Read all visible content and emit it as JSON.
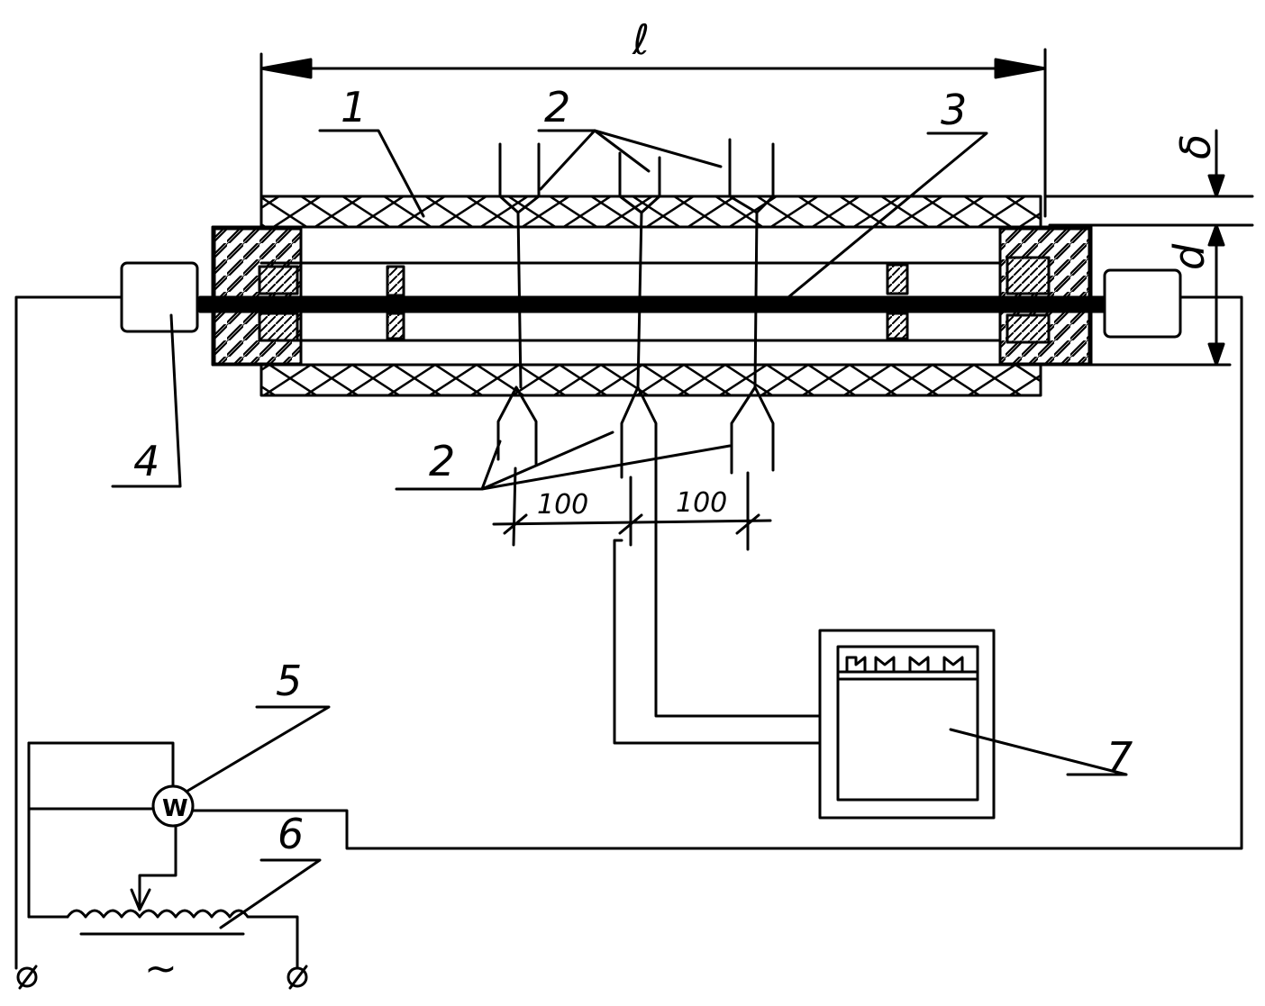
{
  "labels": {
    "l": "ℓ",
    "n1": "1",
    "n2_top": "2",
    "n3": "3",
    "n4": "4",
    "n2_bottom": "2",
    "n5": "5",
    "n6": "6",
    "n7": "7",
    "delta": "δ",
    "d": "d",
    "dim_100_a": "100",
    "dim_100_b": "100",
    "wattmeter": "W",
    "ac": "~"
  }
}
